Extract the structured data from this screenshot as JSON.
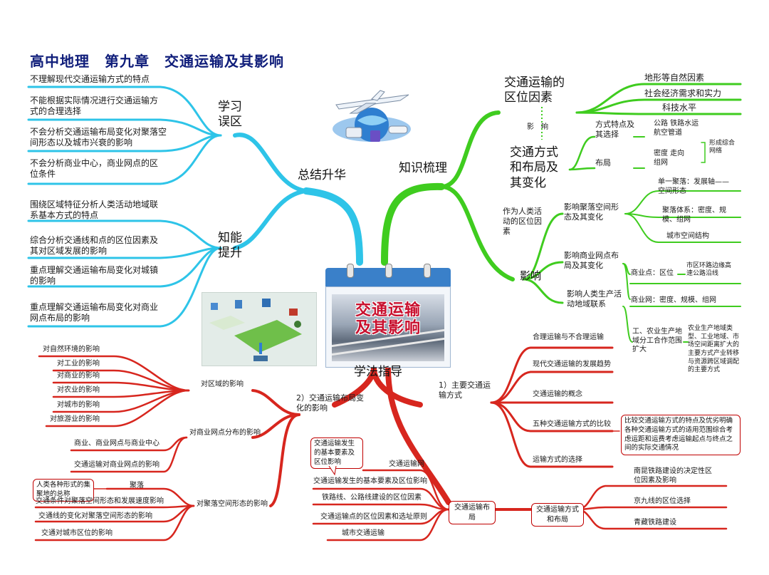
{
  "title": "高中地理　第九章　交通运输及其影响",
  "center": "交通运输及其影响",
  "colors": {
    "cyan": "#2ec4e8",
    "green": "#3fcc1f",
    "red": "#d7261e",
    "title": "#0f1d7a"
  },
  "icons": {
    "plane": "airplane-icon",
    "map": "map-illustration",
    "calendar": "calendar-icon"
  },
  "summary": {
    "label": "总结升华",
    "mistakes": {
      "label": "学习误区",
      "items": [
        "不理解现代交通运输方式的特点",
        "不能根据实际情况进行交通运输方式的合理选择",
        "不会分析交通运输布局变化对聚落空间形态以及城市兴衰的影响",
        "不会分析商业中心，商业网点的区位条件"
      ]
    },
    "ability": {
      "label": "知能提升",
      "items": [
        "围绕区域特征分析人类活动地域联系基本方式的特点",
        "综合分析交通线和点的区位因素及其对区域发展的影响",
        "重点理解交通运输布局变化对城镇的影响",
        "重点理解交通运输布局变化对商业网点布局的影响"
      ]
    }
  },
  "knowledge": {
    "label": "知识梳理",
    "location": {
      "label": "交通运输的区位因素",
      "items": [
        "地形等自然因素",
        "社会经济需求和实力",
        "科技水平"
      ]
    },
    "link": "影　响",
    "modes": {
      "label": "交通方式和布局及其变化",
      "feature": "方式特点及其选择",
      "feature_detail": "公路 铁路水运 航空管道",
      "layout": "布局",
      "layout_detail": "密度 走向组网",
      "network": "形成综合网络"
    },
    "role": "作为人类活动的区位因素",
    "impact": {
      "label": "影响",
      "settlement": {
        "label": "影响聚落空间形态及其变化",
        "items": [
          "单一聚落：发展轴——空间形态",
          "聚落体系：密度、规模、组网",
          "城市空间结构"
        ]
      },
      "commerce": {
        "label": "影响商业网点布局及其变化",
        "point": "商业点：区位",
        "point_detail": "市区环路边缘高速公路沿线",
        "network": "商业网：密度、规模、组网"
      },
      "production": {
        "label": "影响人类生产活动地域联系",
        "division": "工、农业生产地域分工合作范围扩大",
        "division_detail": "农业生产地域类型、工业地域、市场空间距离扩大的主要方式产业转移与资源跨区域调配的主要方式"
      }
    }
  },
  "method": {
    "label": "学法指导",
    "main_modes": {
      "label": "1）主要交通运输方式",
      "items": [
        "合理运输与不合理运输",
        "现代交通运输的发展趋势",
        "交通运输的概念",
        "五种交通运输方式的比较",
        "运输方式的选择"
      ],
      "note": "比较交通运输方式的特点及优劣明确各种交通运输方式的适用范围综合考虑运距和运费考虑运输起点与终点之间的实际交通情况"
    },
    "layout_change": {
      "label": "2）交通运输布局变化的影响",
      "region": {
        "label": "对区域的影响",
        "items": [
          "对自然环境的影响",
          "对工业的影响",
          "对商业的影响",
          "对农业的影响",
          "对城市的影响",
          "对旅游业的影响"
        ]
      },
      "commerce": {
        "label": "对商业网点分布的影响",
        "items": [
          "商业、商业网点与商业中心",
          "交通运输对商业网点的影响"
        ]
      },
      "settlement": {
        "label": "对聚落空间形态的影响",
        "gather": "聚落",
        "gather_note": "人类各种形式的集聚地的总称",
        "items": [
          "交通条件对聚落空间形态和发展速度影响",
          "交通线的变化对聚落空间形态的影响",
          "交通对城市区位的影响"
        ]
      }
    },
    "transport_layout": {
      "label": "交通运输布局",
      "items": [
        "交通运输网",
        "交通运输发生的基本要素及区位影响",
        "铁路线、公路线建设的区位因素",
        "交通运输点的区位因素和选址原则",
        "城市交通运输"
      ],
      "note": "交通运输发生的基本要素及区位影响"
    },
    "mode_layout": {
      "label": "交通运输方式和布局",
      "items": [
        "南昆铁路建设的决定性区位因素及影响",
        "京九线的区位选择",
        "青藏铁路建设"
      ]
    }
  }
}
